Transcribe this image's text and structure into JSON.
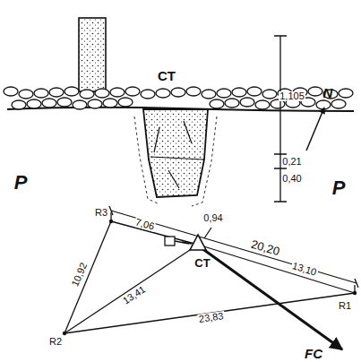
{
  "diagram": {
    "labels": [
      "CT",
      "1,105",
      "0,21",
      "0,40",
      "P",
      "P",
      "N",
      "R3",
      "7,06",
      "0,94",
      "20,20",
      "CT",
      "13,10",
      "10,92",
      "13,41",
      "R2",
      "23,83",
      "R1",
      "FC"
    ]
  }
}
